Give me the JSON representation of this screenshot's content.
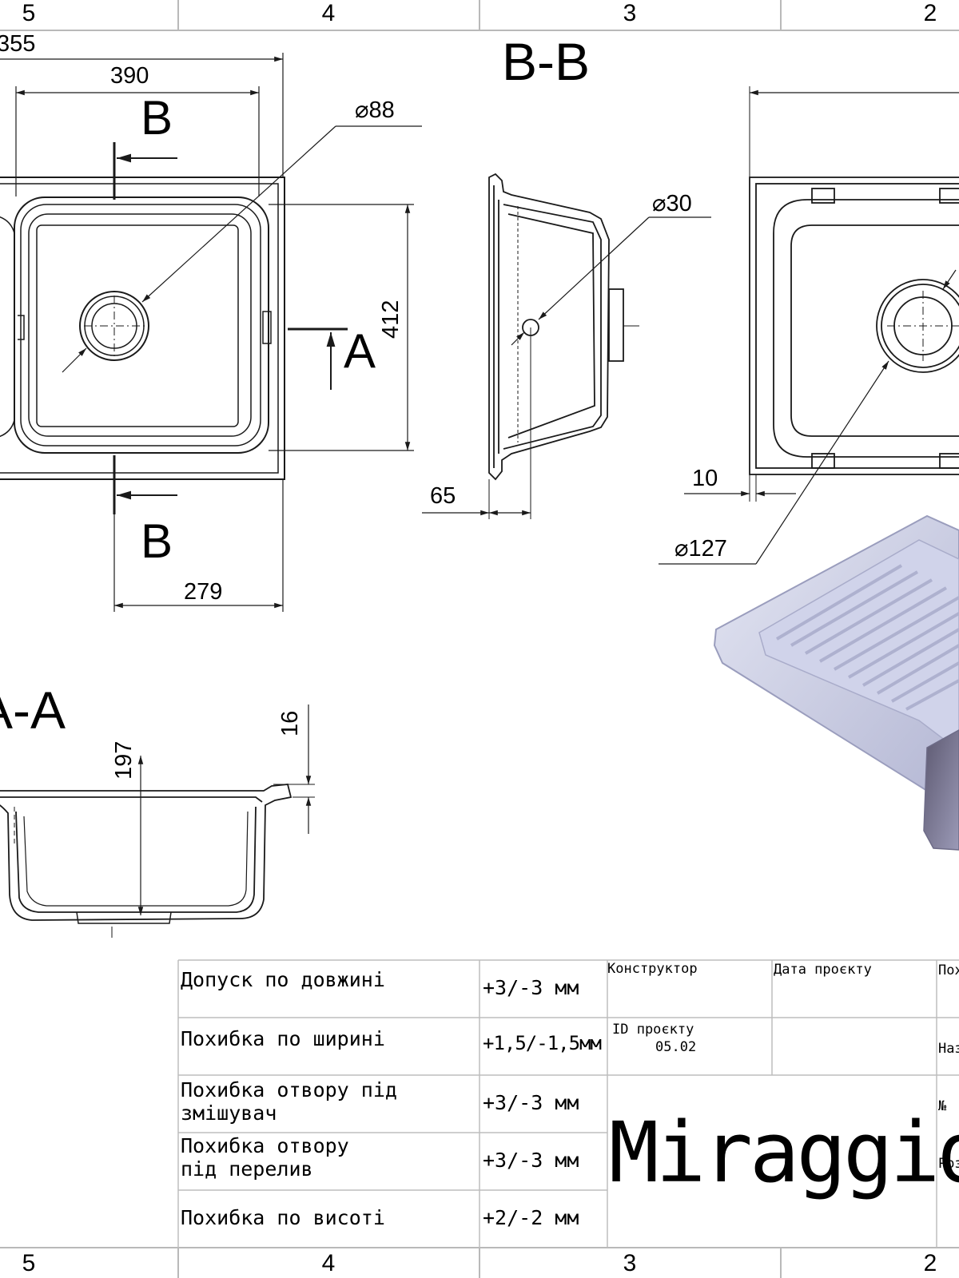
{
  "zones": {
    "top": [
      "5",
      "4",
      "3",
      "2"
    ],
    "bottom": [
      "5",
      "4",
      "3",
      "2"
    ]
  },
  "plan_view": {
    "dim_overall_partial": "355",
    "dim_width": "390",
    "dim_outlet": "88",
    "dim_height": "412",
    "dim_offset": "279",
    "section_mark_b": "B",
    "section_mark_a": "A"
  },
  "section_bb": {
    "title": "B-B",
    "dim_overflow": "30",
    "dim_rim": "65"
  },
  "right_view": {
    "dim_rim": "10",
    "dim_hole": "127"
  },
  "section_aa": {
    "title": "A-A",
    "dim_depth": "197",
    "dim_rim": "16"
  },
  "diameter_symbol": "⌀",
  "tolerances": [
    {
      "label": "Допуск по довжині",
      "value": "+3/-3 мм"
    },
    {
      "label": "Похибка по ширині",
      "value": "+1,5/-1,5мм"
    },
    {
      "label": "Похибка отвору під змішувач",
      "value": "+3/-3 мм"
    },
    {
      "label": "Похибка отвору під перелив",
      "value": "+3/-3 мм"
    },
    {
      "label": "Похибка по висоті",
      "value": "+2/-2 мм"
    }
  ],
  "title_block": {
    "designer_label": "Конструктор",
    "date_label": "Дата проєкту",
    "project_id_label": "ID проєкту",
    "project_id_value": "05.02",
    "col_cut_1": "Пох",
    "col_cut_2": "Наз",
    "col_cut_3": "№",
    "col_cut_4": "Роз",
    "brand": "Miraggio"
  },
  "colors": {
    "line": "#1a1a1a",
    "frame": "#b9b9b9",
    "render_light": "#cdd0e6",
    "render_dark": "#7c7b98"
  }
}
